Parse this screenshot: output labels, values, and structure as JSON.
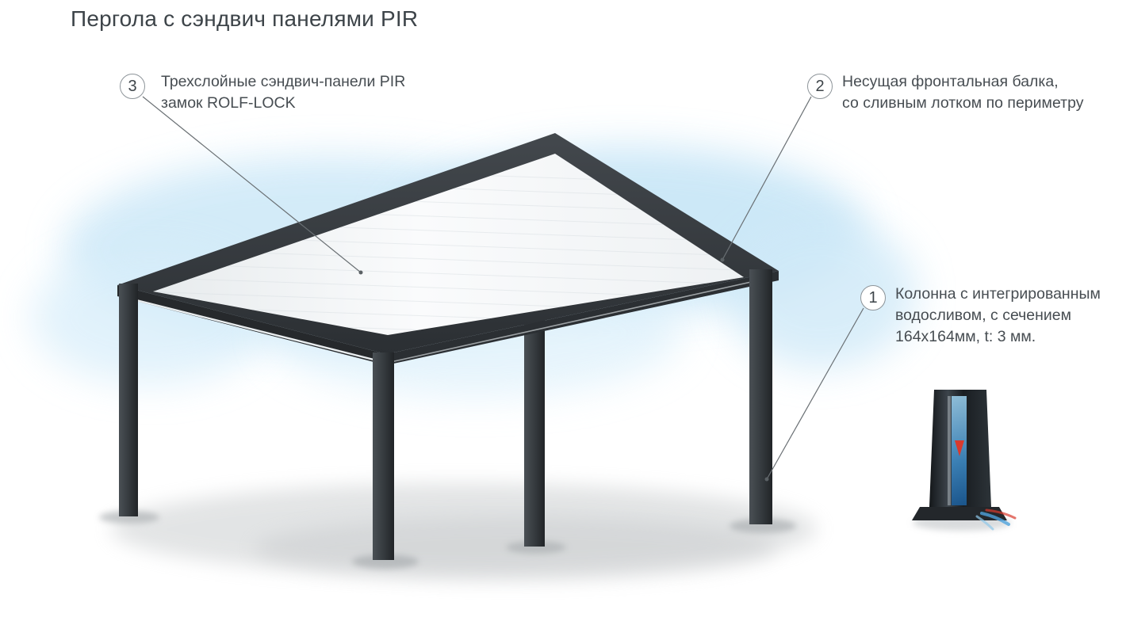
{
  "title": "Пергола с сэндвич панелями PIR",
  "callouts": [
    {
      "number": "1",
      "lines": [
        "Колонна с интегрированным",
        "водосливом, с сечением",
        "164х164мм, t: 3 мм."
      ]
    },
    {
      "number": "2",
      "lines": [
        "Несущая фронтальная балка,",
        "со сливным лотком по периметру"
      ]
    },
    {
      "number": "3",
      "lines": [
        "Трехслойные сэндвич-панели PIR",
        "замок ROLF-LOCK"
      ]
    }
  ],
  "colors": {
    "text": "#474d52",
    "sky": "#cde9f7",
    "frame_dark": "#2e3236",
    "frame_light": "#43484d",
    "panel": "#f4f6f7",
    "led_line": "#f2f7fa",
    "detail_water_blue": "#4fa3dc",
    "detail_arrow_red": "#d93a2e"
  }
}
